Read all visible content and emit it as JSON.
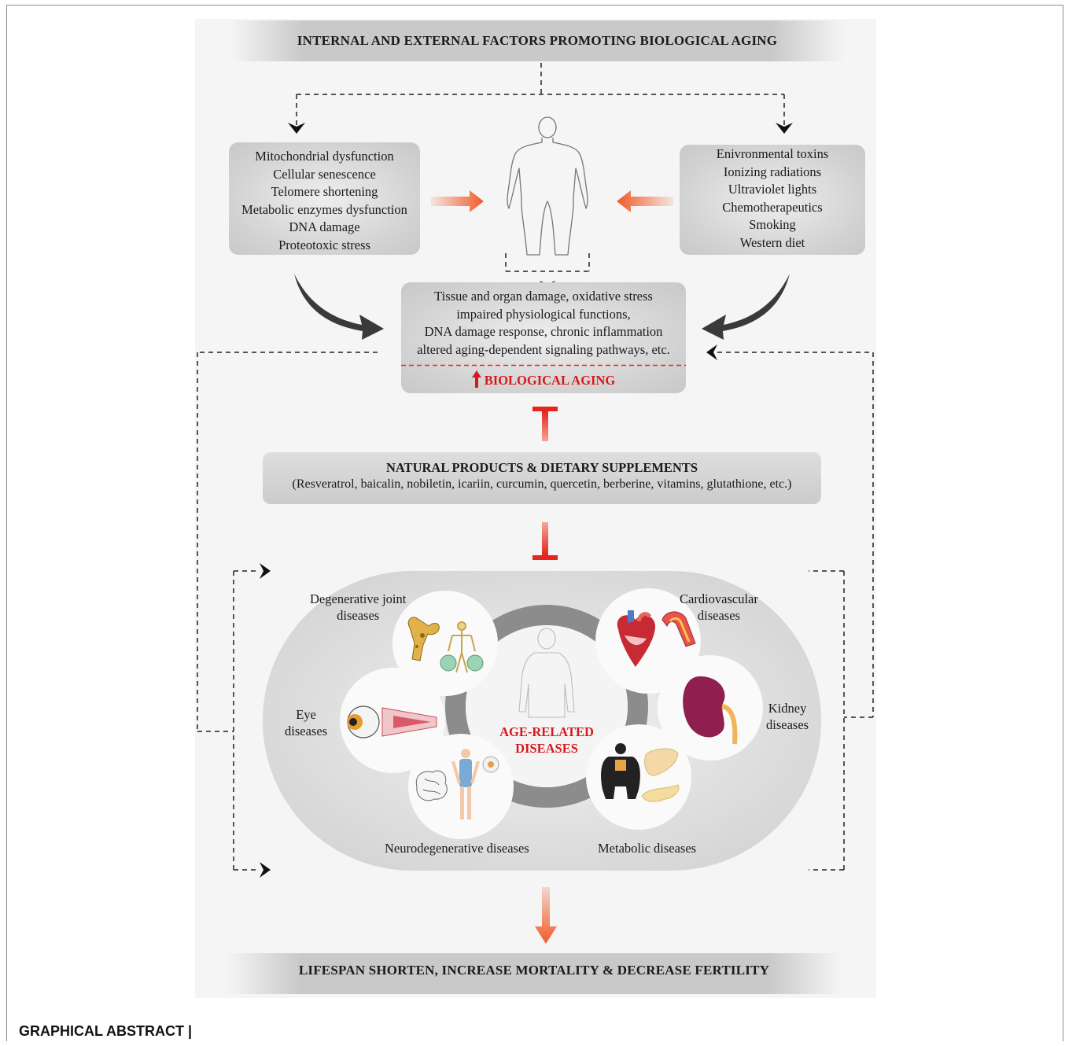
{
  "header": "INTERNAL  AND EXTERNAL FACTORS PROMOTING BIOLOGICAL AGING",
  "internal_factors": [
    "Mitochondrial dysfunction",
    "Cellular senescence",
    "Telomere shortening",
    "Metabolic enzymes dysfunction",
    "DNA damage",
    "Proteotoxic stress"
  ],
  "external_factors": [
    "Enivronmental toxins",
    "Ionizing radiations",
    "Ultraviolet lights",
    "Chemotherapeutics",
    "Smoking",
    "Western diet"
  ],
  "consequences": [
    "Tissue and organ damage, oxidative stress",
    "impaired physiological functions,",
    "DNA damage response, chronic inflammation",
    "altered  aging-dependent signaling pathways, etc."
  ],
  "biological_aging": "BIOLOGICAL AGING",
  "natural_products": {
    "title": "NATURAL PRODUCTS & DIETARY SUPPLEMENTS",
    "examples": "(Resveratrol, baicalin, nobiletin, icariin, curcumin, quercetin, berberine, vitamins, glutathione, etc.)"
  },
  "age_related": {
    "center_line1": "AGE-RELATED",
    "center_line2": "DISEASES",
    "diseases": {
      "joint_1": "Degenerative joint",
      "joint_2": "diseases",
      "cardio_1": "Cardiovascular",
      "cardio_2": "diseases",
      "eye_1": "Eye",
      "eye_2": "diseases",
      "kidney_1": "Kidney",
      "kidney_2": "diseases",
      "neuro": "Neurodegenerative diseases",
      "metabolic": "Metabolic diseases"
    }
  },
  "outcome": "LIFESPAN SHORTEN, INCREASE MORTALITY & DECREASE FERTILITY",
  "caption": "GRAPHICAL ABSTRACT |",
  "colors": {
    "accent_red": "#d7191c",
    "arrow_orange": "#f15a29",
    "panel_bg": "#f5f5f5",
    "box_gray": "#cfcfcf",
    "curved_arrow": "#3a3a3a"
  },
  "icons": [
    "human-silhouette-icon",
    "bone-icon",
    "skeleton-icon",
    "heart-icon",
    "artery-icon",
    "kidney-icon",
    "eye-icon",
    "brain-icon",
    "nervous-system-icon",
    "obese-body-icon",
    "liver-icon",
    "pancreas-icon"
  ]
}
